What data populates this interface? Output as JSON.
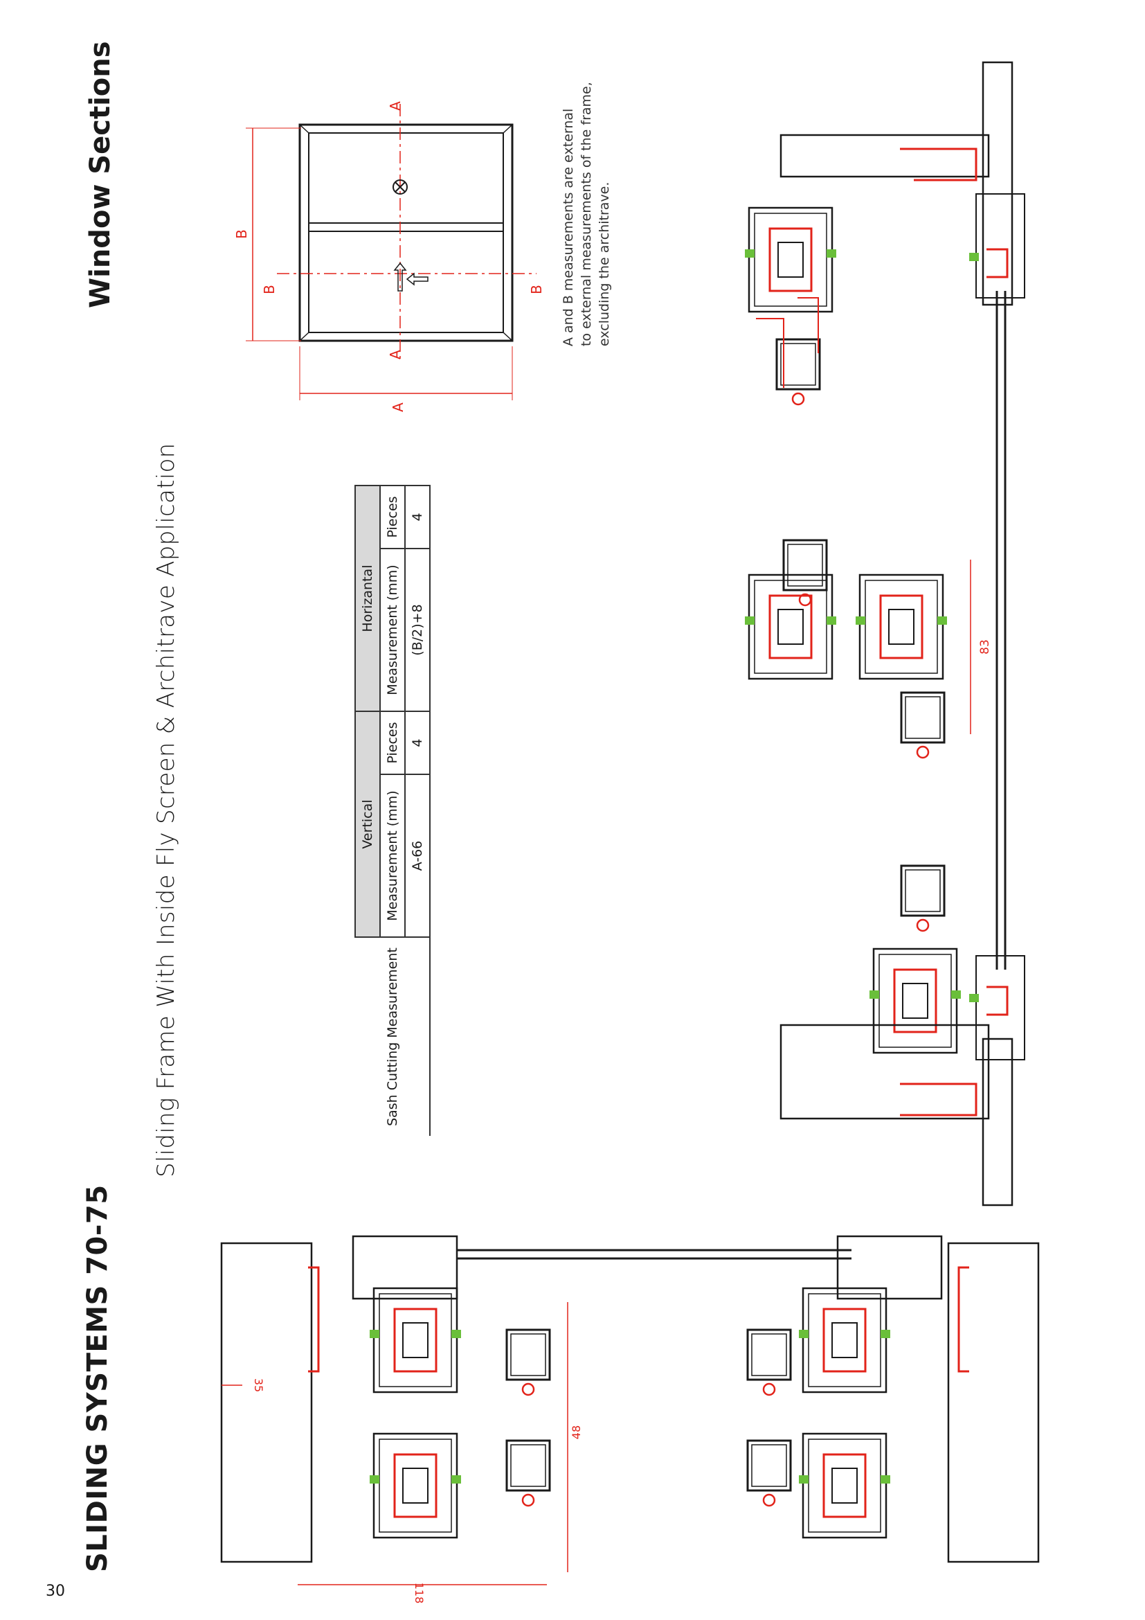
{
  "page": {
    "number": "30"
  },
  "header": {
    "brand": "SLIDING SYSTEMS 70-75",
    "section": "Window Sections"
  },
  "subtitle": "Sliding Frame With Inside Fly Screen & Architrave Application",
  "table": {
    "row_label": "Sash Cutting Measurement",
    "groups": [
      {
        "title": "Vertical",
        "measurement_header": "Measurement (mm)",
        "pieces_header": "Pieces",
        "measurement": "A-66",
        "pieces": "4"
      },
      {
        "title": "Horizantal",
        "measurement_header": "Measurement (mm)",
        "pieces_header": "Pieces",
        "measurement": "(B/2)+8",
        "pieces": "4"
      }
    ]
  },
  "note": {
    "lines": [
      "A and B measurements  are external",
      "to external measurements of the frame,",
      "excluding the architrave."
    ]
  },
  "window_diagram": {
    "labels": {
      "a_top": "A",
      "a_bottom": "A",
      "a_width": "A",
      "b_height": "B",
      "b_left": "B",
      "b_right": "B"
    }
  },
  "dimensions": {
    "d83": "83",
    "d35": "35",
    "d48": "48",
    "d118": "118"
  },
  "colors": {
    "seal_red": "#e2231a",
    "gasket_green": "#6abf3a",
    "line": "#1a1a1a"
  }
}
